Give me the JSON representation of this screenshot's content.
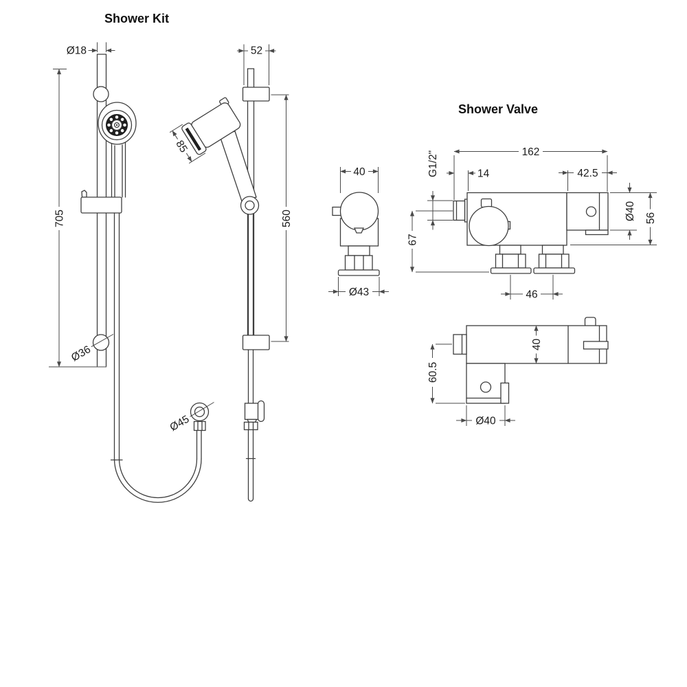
{
  "kit": {
    "title": "Shower Kit",
    "dim_rail_d": "Ø18",
    "dim_length": "705",
    "dim_knob_d": "Ø36",
    "dim_hose_d": "Ø45",
    "dim_bracket_w": "52",
    "dim_head": "85",
    "dim_span": "560"
  },
  "valve": {
    "title": "Shower Valve",
    "dim_knob_w": "40",
    "dim_flange_d": "Ø43",
    "dim_thread": "G1/2\"",
    "dim_inlet_h": "67",
    "dim_width": "162",
    "dim_inlet_len": "14",
    "dim_outlet_w": "42.5",
    "dim_outlet_d": "Ø40",
    "dim_body_h": "56",
    "dim_inlet_cc": "46",
    "dim_depth": "60.5",
    "dim_body_d": "40",
    "dim_bottom_outlet_d": "Ø40"
  },
  "colors": {
    "line": "#3d3d3d",
    "text": "#1c1c1c",
    "background": "#ffffff"
  }
}
